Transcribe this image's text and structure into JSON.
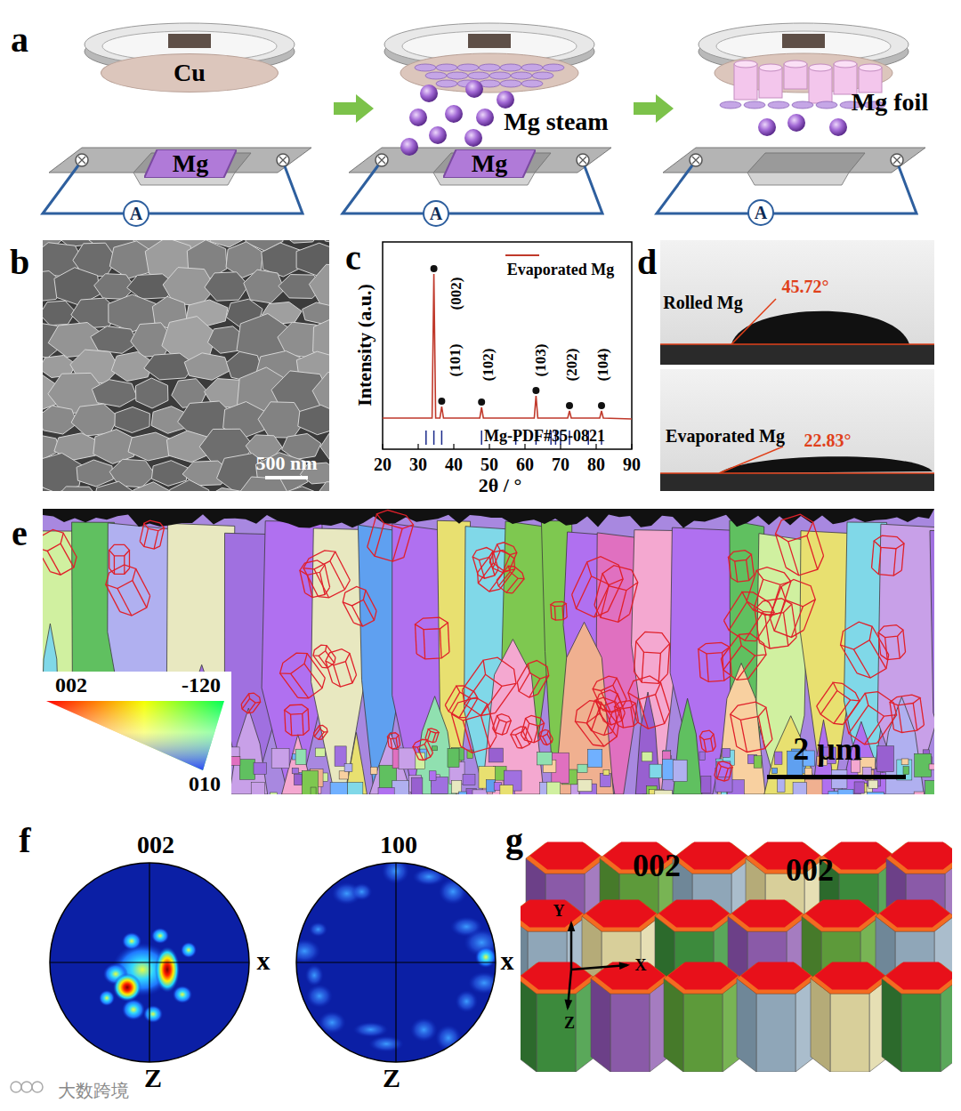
{
  "diagram": {
    "nodes": [
      {
        "text": [
          "Cu"
        ]
      },
      {
        "text": [
          "Mg"
        ]
      },
      {
        "text": [
          "A"
        ]
      },
      {
        "text": [
          "Mg"
        ]
      },
      {
        "text": [
          "A"
        ]
      },
      {
        "text": [
          "A"
        ]
      }
    ],
    "labels": [
      "a",
      "Mg steam",
      "Mg foil",
      "b",
      "500 nm",
      "c",
      "(002)",
      "(101)",
      "(102)",
      "(103)",
      "(202)",
      "(104)",
      "Intensity (a.u.)",
      "Mg-PDF#35-0821",
      "20",
      "30",
      "40",
      "50",
      "60",
      "70",
      "80",
      "90",
      "2θ / °",
      "d",
      "Rolled Mg",
      "45.72°",
      "Evaporated Mg",
      "22.83°",
      "e",
      "002",
      "-120",
      "010",
      "2 μm",
      "f",
      "002",
      "x",
      "Z",
      "100",
      "x",
      "Z",
      "g",
      "002",
      "002",
      "Y",
      "X",
      "Z",
      "大数跨境"
    ],
    "legend": [
      {
        "text": "Evaporated Mg"
      }
    ]
  }
}
